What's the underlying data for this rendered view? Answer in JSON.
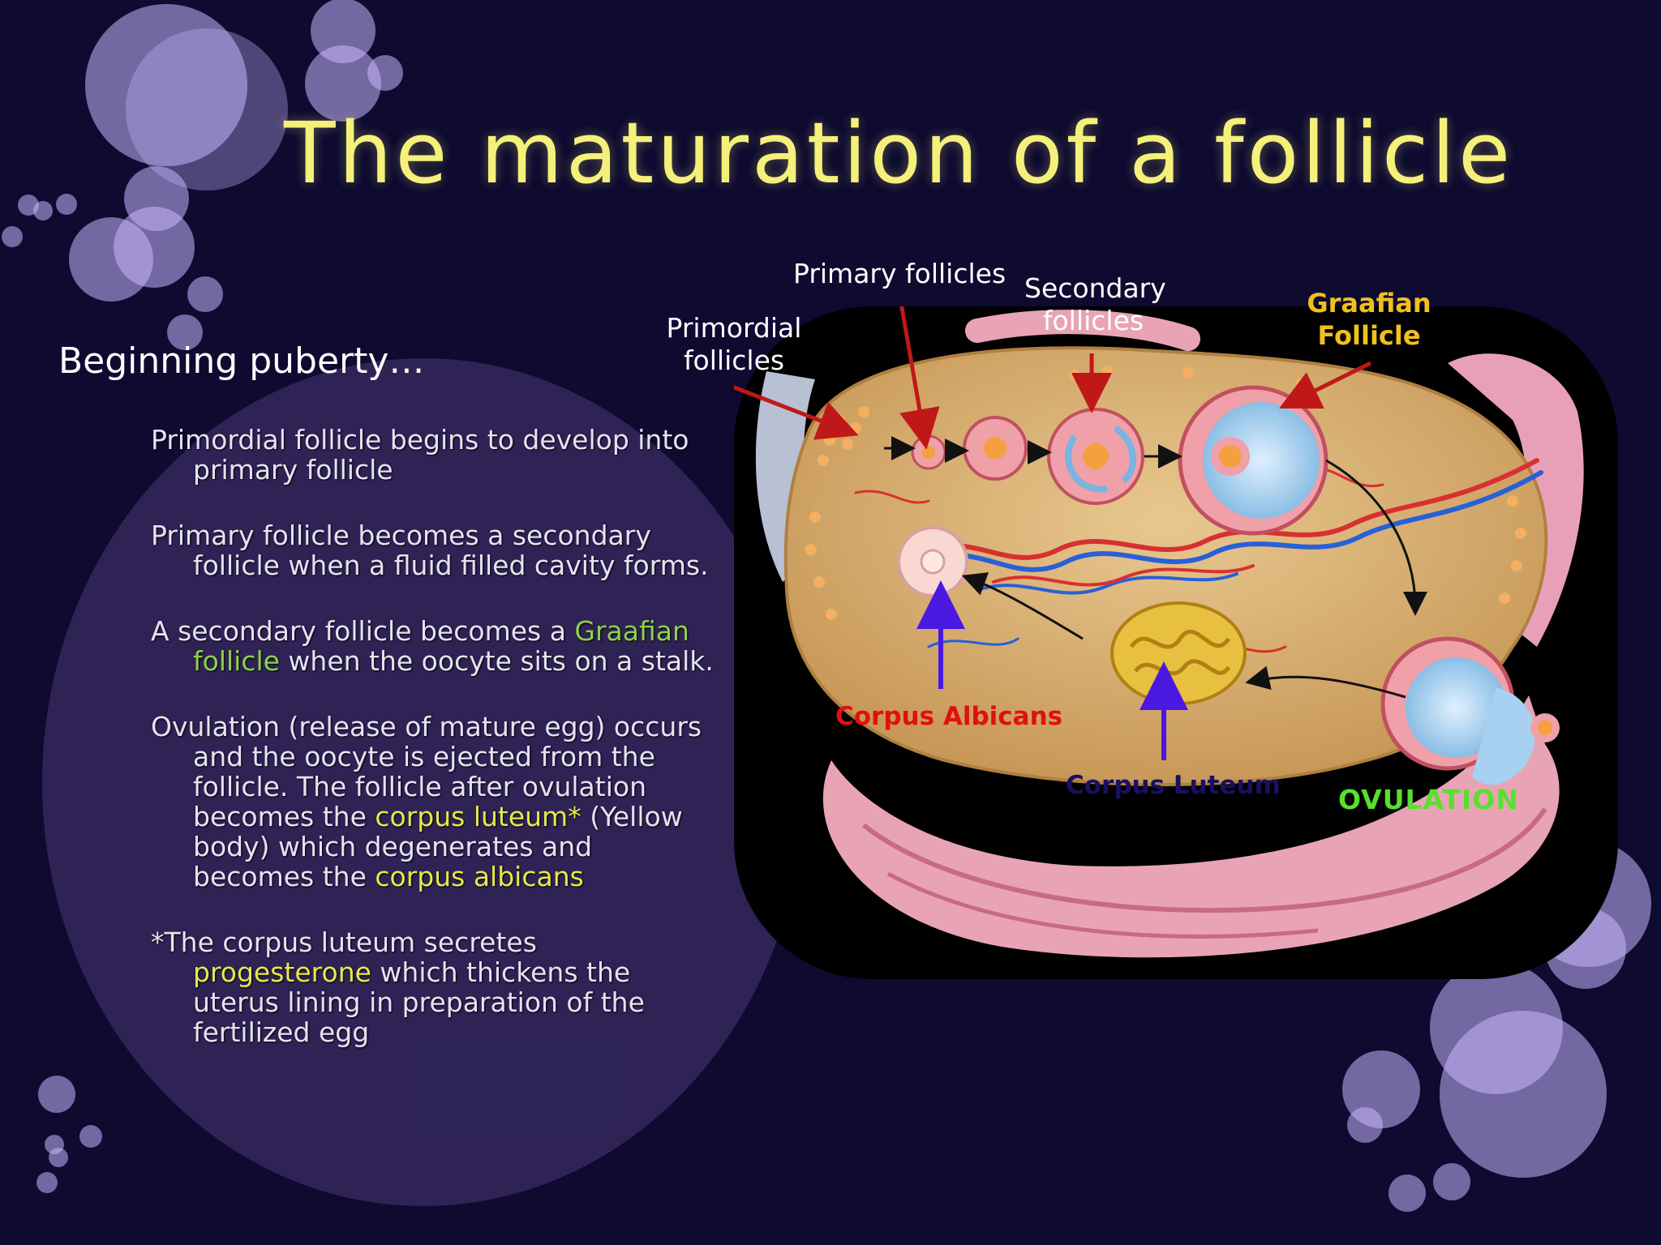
{
  "slide": {
    "title": "The maturation of a follicle",
    "subtitle": "Beginning puberty…"
  },
  "bullets": [
    {
      "parts": [
        {
          "text": "Primordial follicle begins to develop into primary follicle",
          "color": "normal"
        }
      ]
    },
    {
      "parts": [
        {
          "text": "Primary follicle becomes a secondary follicle when a fluid filled cavity forms.",
          "color": "normal"
        }
      ]
    },
    {
      "parts": [
        {
          "text": "A secondary follicle becomes a ",
          "color": "normal"
        },
        {
          "text": "Graafian follicle",
          "color": "green"
        },
        {
          "text": " when the oocyte sits on a stalk.",
          "color": "normal"
        }
      ]
    },
    {
      "parts": [
        {
          "text": "Ovulation (release of mature egg) occurs and the oocyte is ejected from the follicle.  The follicle after ovulation becomes the ",
          "color": "normal"
        },
        {
          "text": "corpus luteum*",
          "color": "yellow"
        },
        {
          "text": " (Yellow body) which degenerates and becomes the ",
          "color": "normal"
        },
        {
          "text": "corpus albicans",
          "color": "yellow"
        }
      ]
    },
    {
      "parts": [
        {
          "text": "*The corpus luteum secretes ",
          "color": "normal"
        },
        {
          "text": "progesterone",
          "color": "yellow"
        },
        {
          "text": " which thickens the uterus lining in preparation of the fertilized egg",
          "color": "normal"
        }
      ]
    }
  ],
  "diagram": {
    "labels": {
      "primordial_1": "Primordial",
      "primordial_2": "follicles",
      "primary": "Primary follicles",
      "secondary_1": "Secondary",
      "secondary_2": "follicles",
      "graafian_1": "Graafian",
      "graafian_2": "Follicle",
      "corpus_albicans": "Corpus Albicans",
      "corpus_luteum": "Corpus Luteum",
      "ovulation": "OVULATION"
    },
    "colors": {
      "label_arrow_red": "#c01818",
      "label_arrow_blue": "#4a18e0",
      "graafian_label": "#f0c020",
      "ovulation_label": "#58e030"
    }
  },
  "theme": {
    "background": "#0e0a30",
    "title_color": "#f4f07a",
    "bubble_color": "#c8b8ff"
  }
}
